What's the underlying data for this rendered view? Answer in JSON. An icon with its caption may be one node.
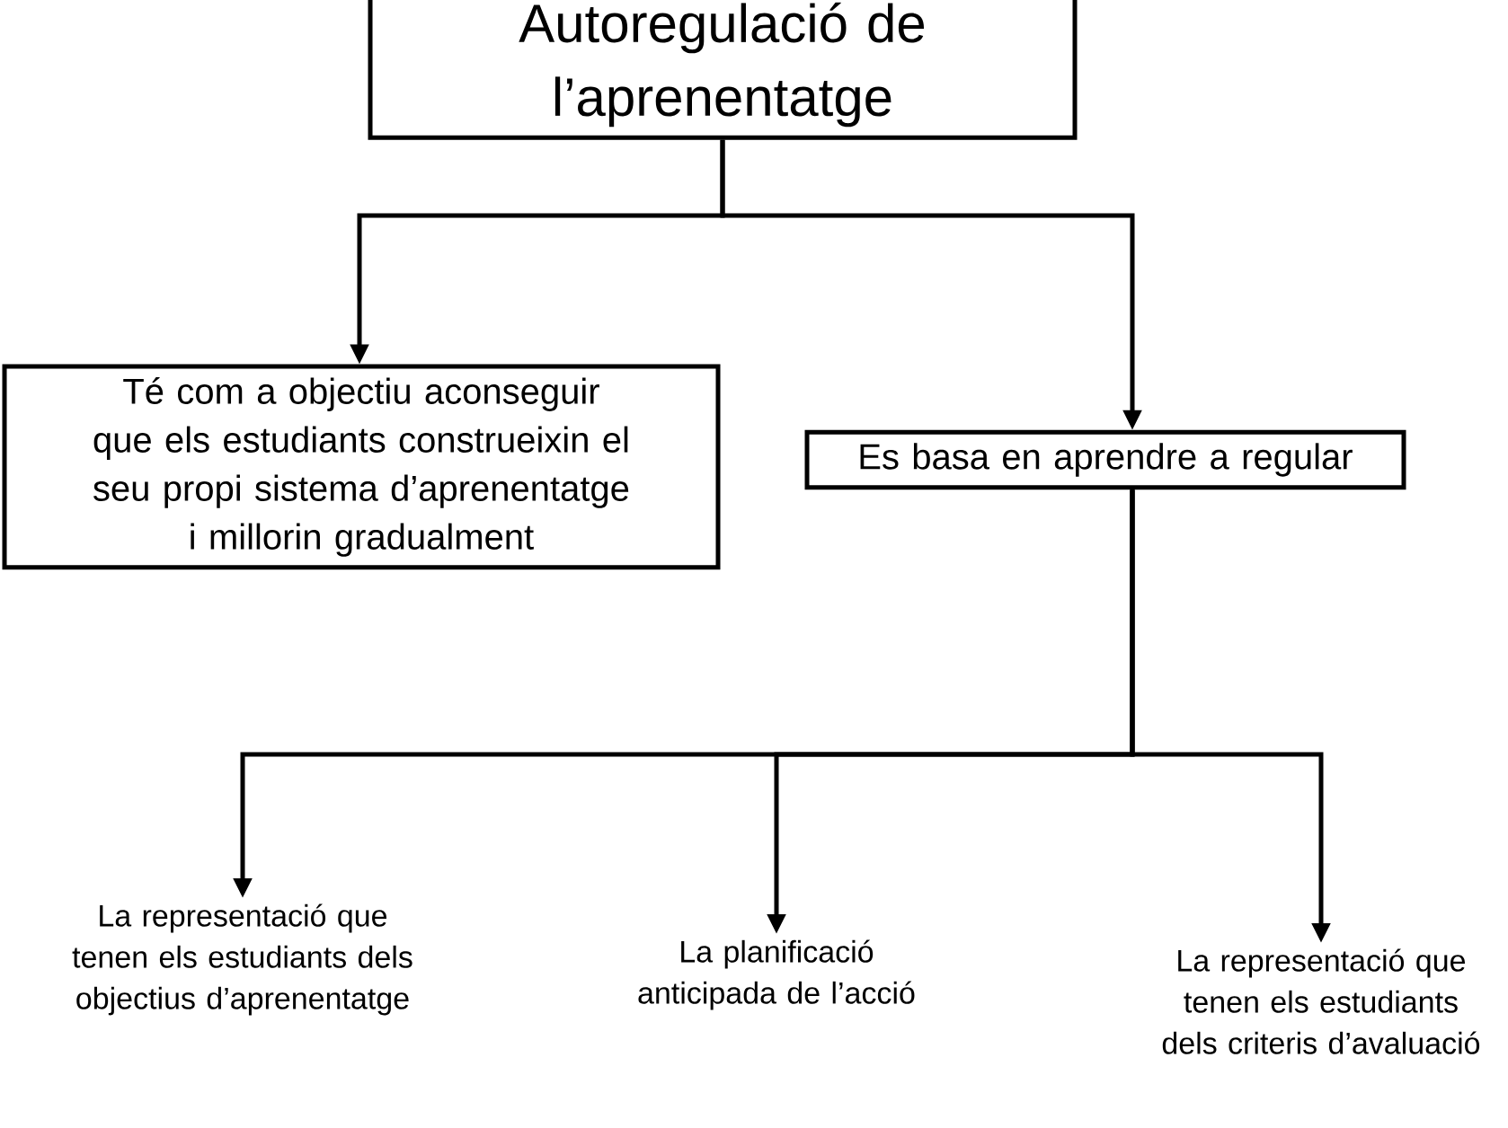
{
  "diagram": {
    "nodes": [
      {
        "text": [
          "Autoregulació de l’aprenentatge"
        ]
      },
      {
        "text": [
          "Té com a objectiu aconseguir que els estudiants construeixin el seu propi sistema d’aprenentatge i millorin gradualment"
        ]
      },
      {
        "text": [
          "Es basa en aprendre a regular"
        ]
      },
      {
        "text": [
          "La representació que tenen els estudiants dels objectius d’aprenentatge"
        ]
      },
      {
        "text": [
          "La planificació anticipada de l’acció"
        ]
      },
      {
        "text": [
          "La representació que tenen els estudiants dels criteris d’avaluació"
        ]
      }
    ],
    "edges": [
      {
        "from": 0,
        "to": 1,
        "arrow": "to"
      },
      {
        "from": 0,
        "to": 2,
        "arrow": "to"
      },
      {
        "from": 2,
        "to": 3,
        "arrow": "to"
      },
      {
        "from": 2,
        "to": 4,
        "arrow": "to"
      },
      {
        "from": 2,
        "to": 5,
        "arrow": "to"
      }
    ]
  }
}
